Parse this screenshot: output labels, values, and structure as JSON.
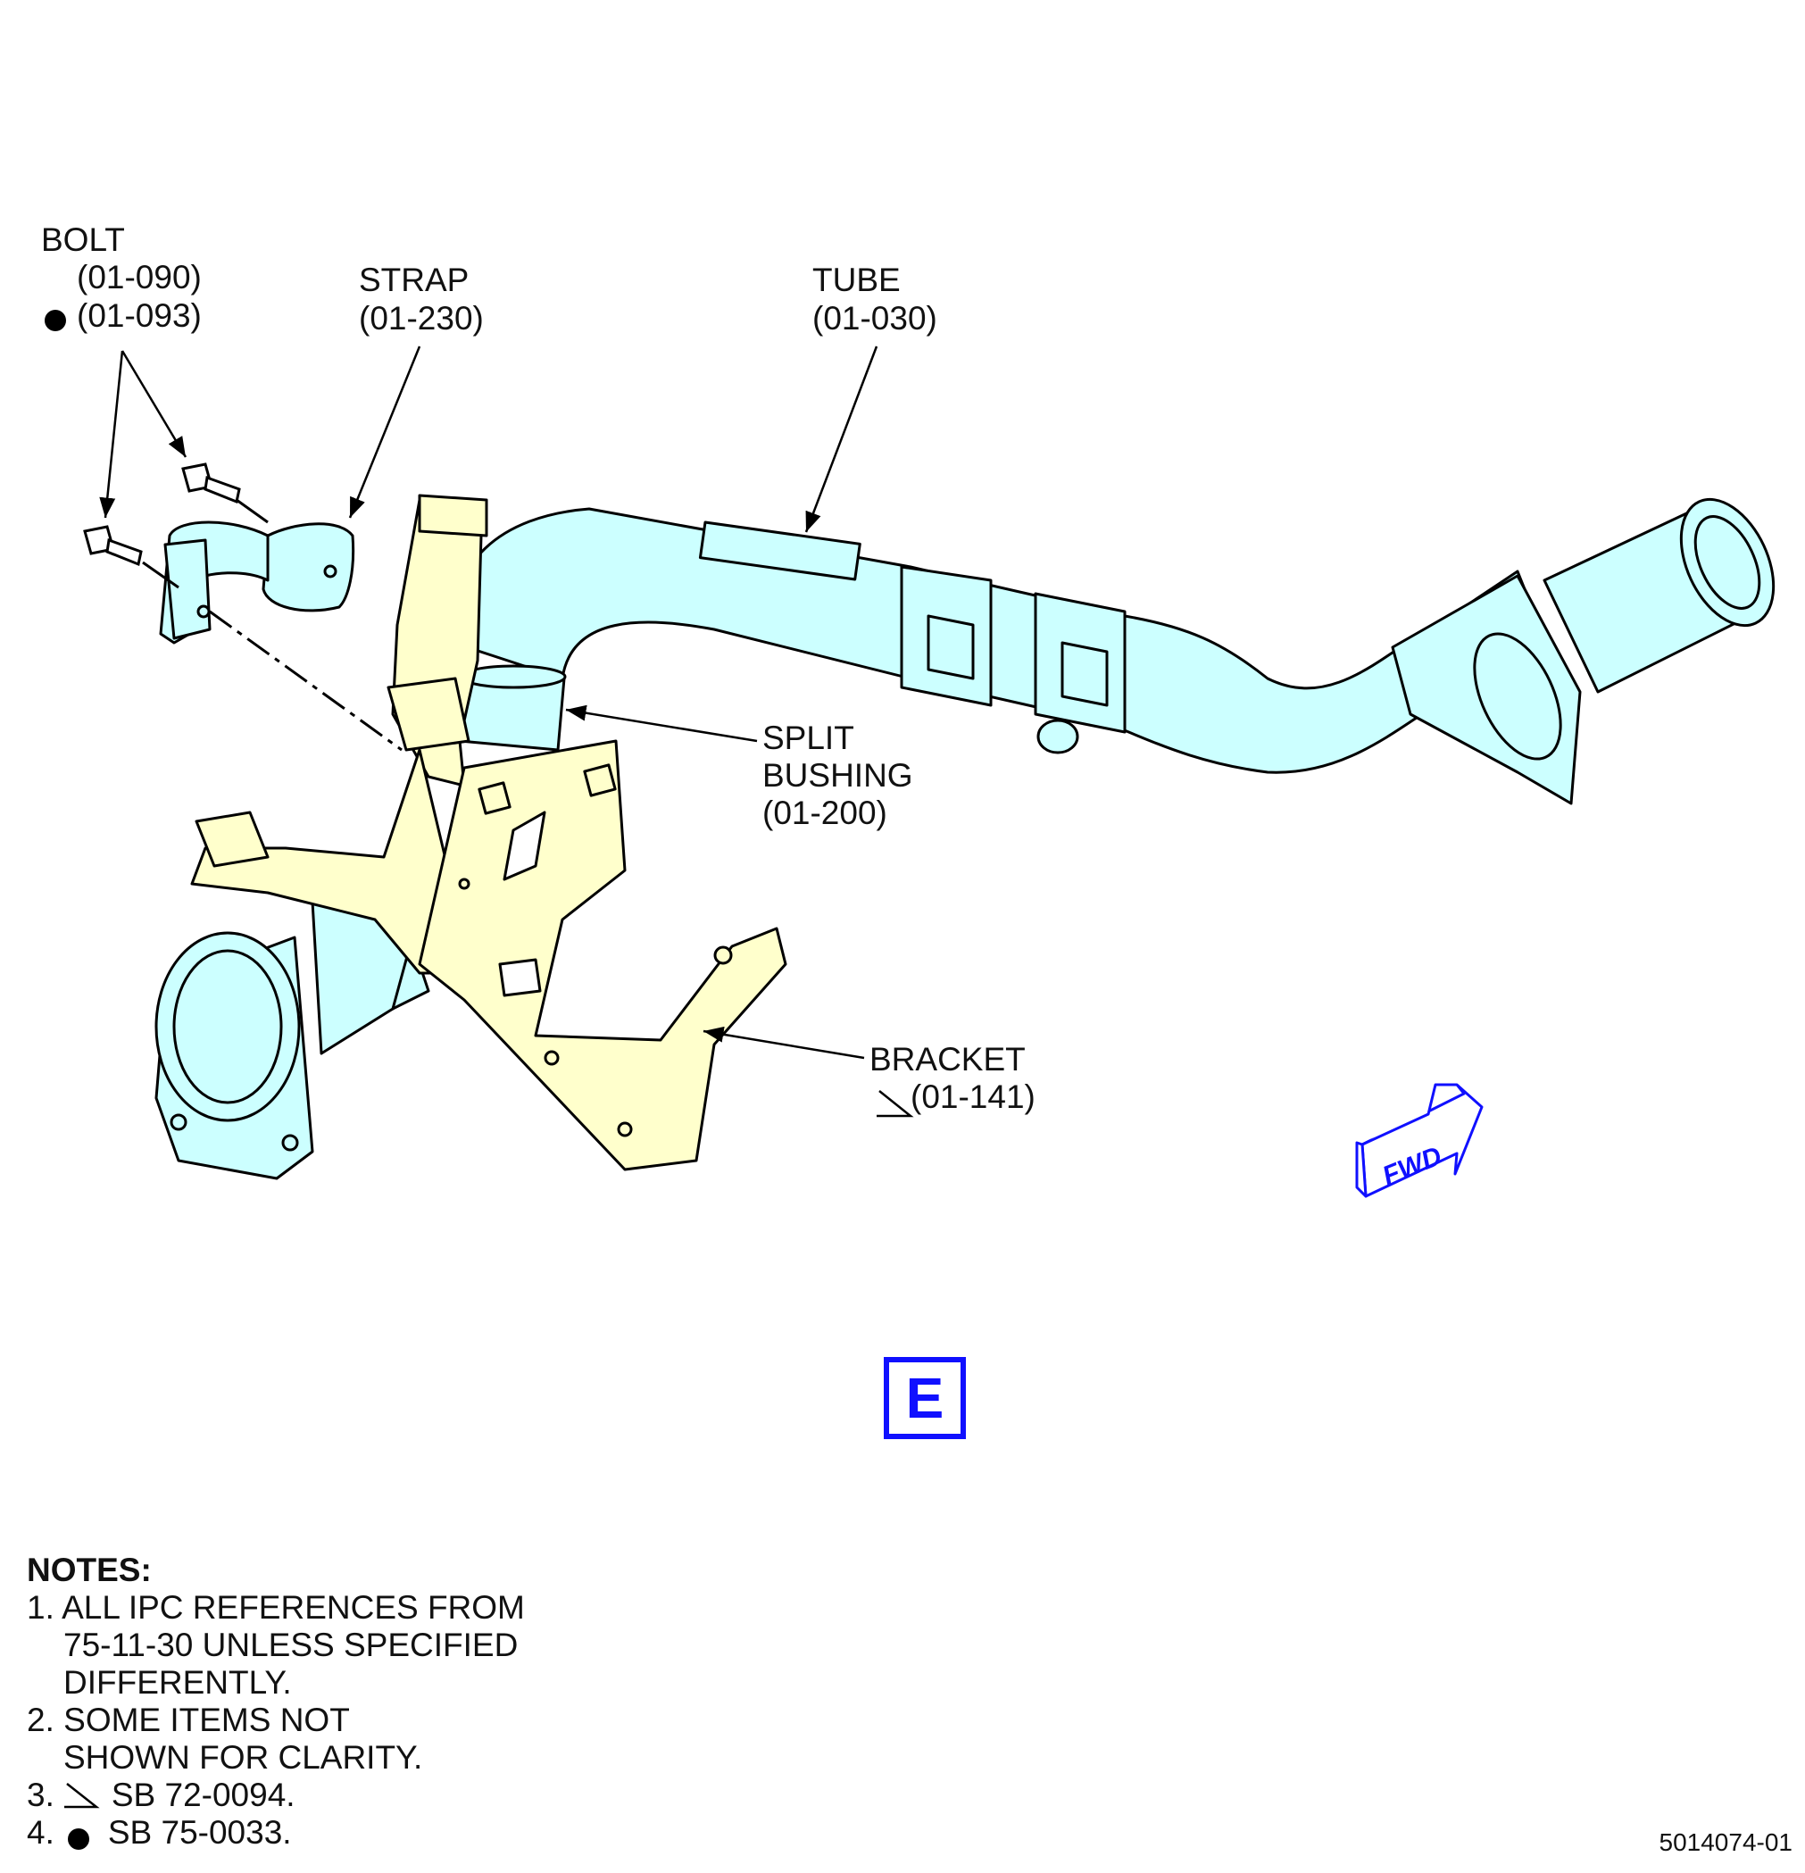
{
  "labels": {
    "bolt": "BOLT",
    "bolt_ref1": "(01-090)",
    "bolt_ref2": "(01-093)",
    "strap": "STRAP",
    "strap_ref": "(01-230)",
    "tube": "TUBE",
    "tube_ref": "(01-030)",
    "split": "SPLIT",
    "bushing": "BUSHING",
    "bushing_ref": "(01-200)",
    "bracket": "BRACKET",
    "bracket_ref": "(01-141)"
  },
  "fwd": "FWD",
  "view_letter": "E",
  "notes": {
    "title": "NOTES:",
    "n1a": "1. ALL IPC REFERENCES FROM",
    "n1b": "75-11-30 UNLESS SPECIFIED",
    "n1c": "DIFFERENTLY.",
    "n2a": "2. SOME ITEMS NOT",
    "n2b": "SHOWN FOR CLARITY.",
    "n3num": "3.",
    "n3": "SB 72-0094.",
    "n4num": "4.",
    "n4": "SB 75-0033."
  },
  "figure_number": "5014074-01",
  "colors": {
    "tube_fill": "#ccffff",
    "bracket_fill": "#ffffcc",
    "accent_blue": "#1010ff",
    "line": "#000000"
  },
  "icons": [
    "filled-circle-icon",
    "triangle-flag-icon",
    "fwd-arrow-icon"
  ]
}
